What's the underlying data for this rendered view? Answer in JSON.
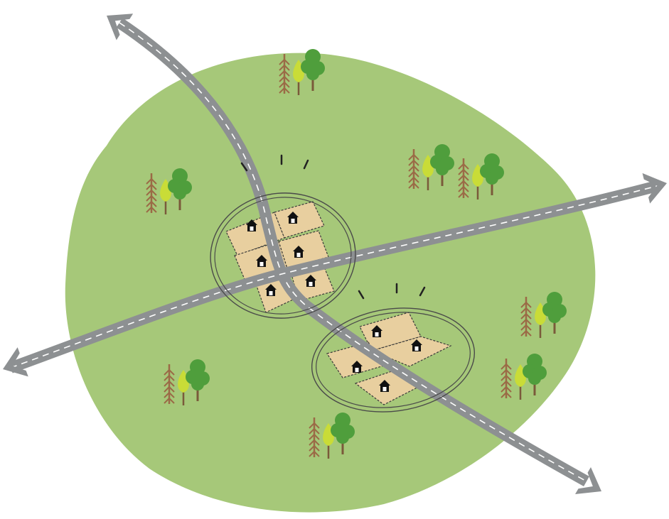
{
  "colors": {
    "land": "#a6c879",
    "road": "#8d9092",
    "road_dash": "#ffffff",
    "plot_fill": "#e8cf9f",
    "plot_stroke": "#3a3a3a",
    "house": "#111111",
    "ring": "#4a4a4a",
    "tree_green": "#4f9e3c",
    "tree_lime": "#c9dc37",
    "tree_brown": "#9b6a46",
    "trunk": "#7a5a3a"
  },
  "icons": {
    "house": "house-icon",
    "tree_group": "tree-group-icon",
    "arrow": "arrowhead-icon"
  },
  "settlements": [
    {
      "name": "settlement-upper",
      "house_count": 6,
      "plot_count": 6
    },
    {
      "name": "settlement-lower",
      "house_count": 4,
      "plot_count": 4
    }
  ]
}
